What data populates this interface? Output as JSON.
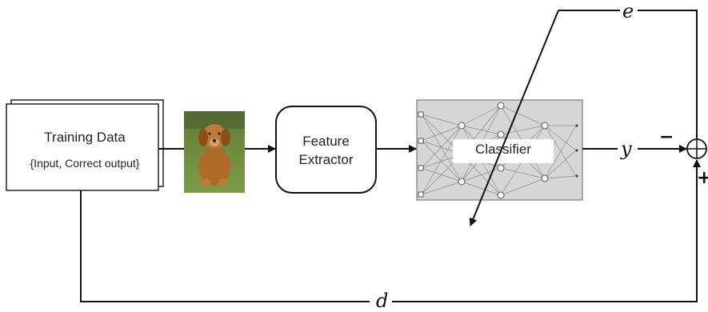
{
  "training_data": {
    "title": "Training Data",
    "subtitle": "{Input, Correct output}"
  },
  "feature_extractor": {
    "line1": "Feature",
    "line2": "Extractor"
  },
  "classifier": {
    "label": "Classifier"
  },
  "symbols": {
    "error": "e",
    "output": "y",
    "desired": "d"
  },
  "signs": {
    "minus": "−",
    "plus": "+"
  },
  "input_image": {
    "icon": "puppy-photo"
  },
  "colors": {
    "line": "#111111",
    "network_bg": "#d6d6d6",
    "network_edges": "#8a8a8a"
  }
}
